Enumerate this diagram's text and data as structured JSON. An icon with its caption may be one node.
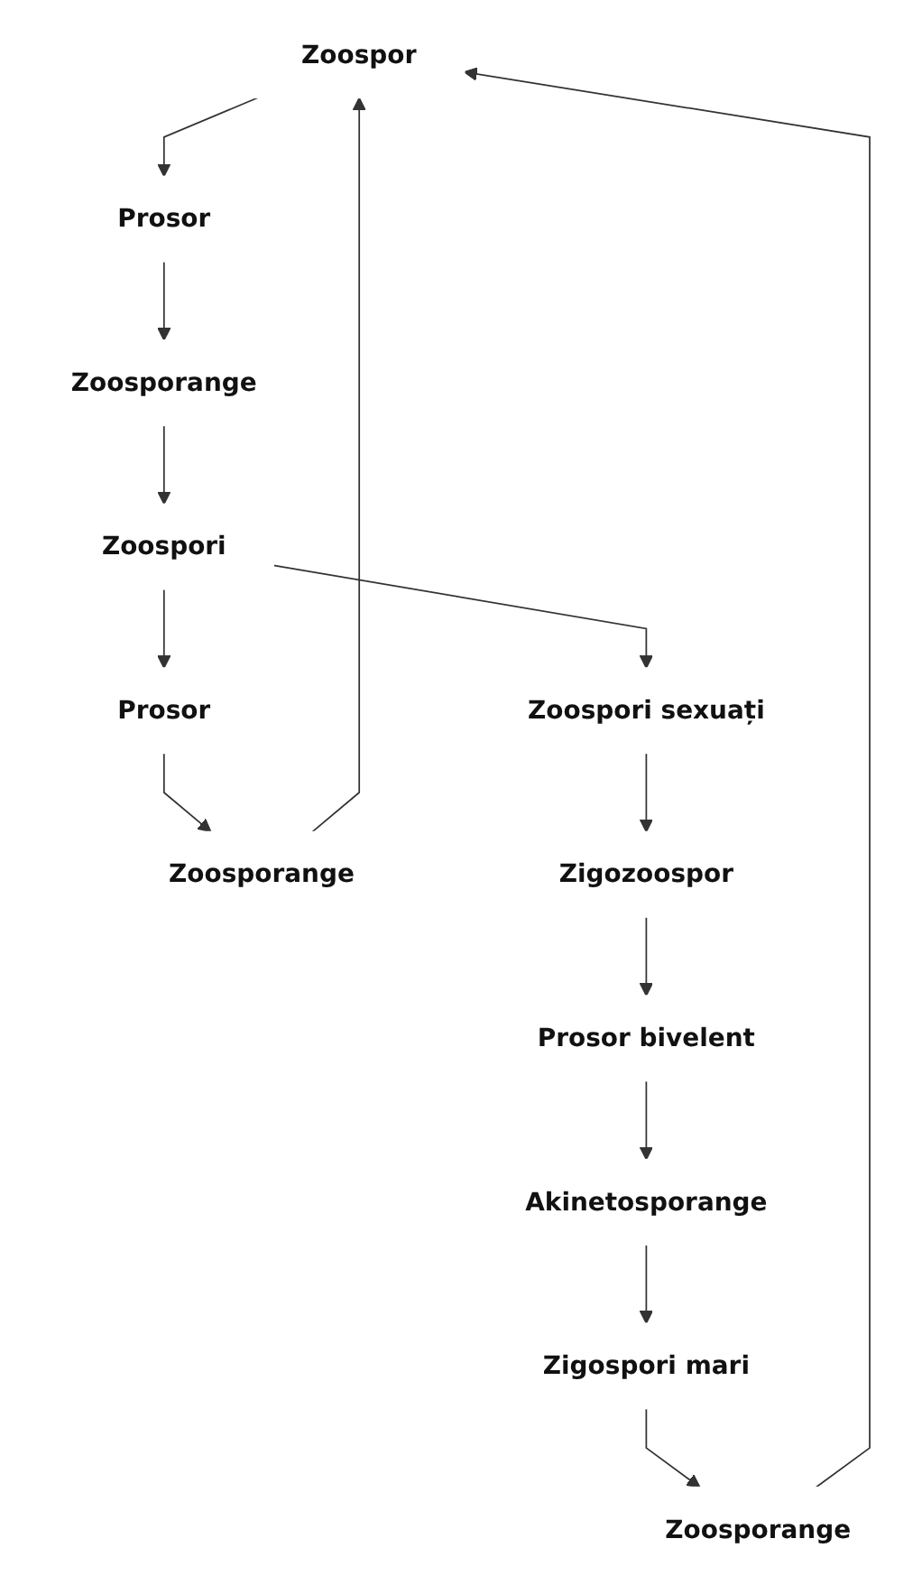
{
  "diagram": {
    "nodes": [
      {
        "text": [
          "Zoospor"
        ]
      },
      {
        "text": [
          "Prosor"
        ]
      },
      {
        "text": [
          "Zoosporange"
        ]
      },
      {
        "text": [
          "Zoospori"
        ]
      },
      {
        "text": [
          "Zoosporange"
        ]
      },
      {
        "text": [
          "Prosor"
        ]
      },
      {
        "text": [
          "Zoospori sexuați"
        ]
      },
      {
        "text": [
          "Zigozoospor"
        ]
      },
      {
        "text": [
          "Prosor bivelent"
        ]
      },
      {
        "text": [
          "Akinetosporange"
        ]
      },
      {
        "text": [
          "Zigospori mari"
        ]
      },
      {
        "text": [
          "Zoosporange"
        ]
      }
    ],
    "edges": [
      {
        "from": 0,
        "to": 1,
        "arrow": "to"
      },
      {
        "from": 1,
        "to": 2,
        "arrow": "to"
      },
      {
        "from": 2,
        "to": 3,
        "arrow": "to"
      },
      {
        "from": 3,
        "to": 5,
        "arrow": "to"
      },
      {
        "from": 3,
        "to": 6,
        "arrow": "to"
      },
      {
        "from": 5,
        "to": 4,
        "arrow": "to"
      },
      {
        "from": 4,
        "to": 0,
        "arrow": "to"
      },
      {
        "from": 6,
        "to": 7,
        "arrow": "to"
      },
      {
        "from": 7,
        "to": 8,
        "arrow": "to"
      },
      {
        "from": 8,
        "to": 9,
        "arrow": "to"
      },
      {
        "from": 9,
        "to": 10,
        "arrow": "to"
      },
      {
        "from": 10,
        "to": 11,
        "arrow": "to"
      },
      {
        "from": 11,
        "to": 0,
        "arrow": "to"
      }
    ]
  }
}
